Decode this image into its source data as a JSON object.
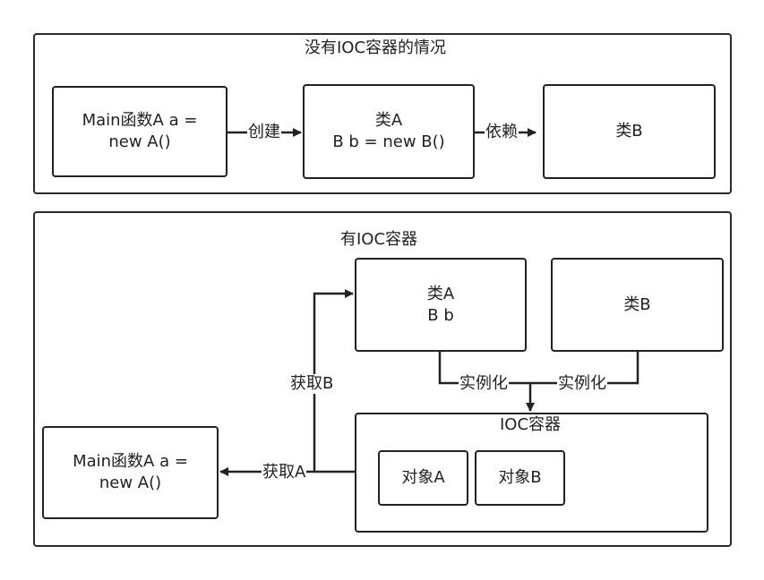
{
  "top_panel": {
    "title": "没有IOC容器的情况",
    "main_box": {
      "line1": "Main函数A a =",
      "line2": "new A()"
    },
    "class_a": {
      "line1": "类A",
      "line2": "B b = new B()"
    },
    "class_b": {
      "line1": "类B"
    },
    "edge_create": "创建",
    "edge_depend": "依赖"
  },
  "bottom_panel": {
    "title": "有IOC容器",
    "class_a": {
      "line1": "类A",
      "line2": "B b"
    },
    "class_b": {
      "line1": "类B"
    },
    "edge_instantiate_a": "实例化",
    "edge_instantiate_b": "实例化",
    "ioc_container": {
      "title": "IOC容器",
      "object_a": "对象A",
      "object_b": "对象B"
    },
    "edge_get_b": "获取B",
    "edge_get_a": "获取A",
    "main_box": {
      "line1": "Main函数A a =",
      "line2": "new A()"
    }
  },
  "colors": {
    "stroke": "#222222",
    "background": "#ffffff"
  }
}
